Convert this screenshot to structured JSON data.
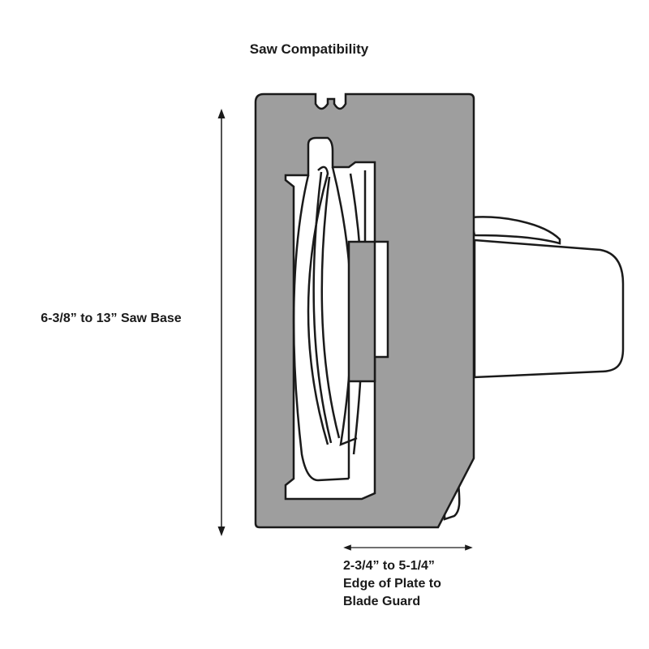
{
  "title": "Saw Compatibility",
  "height_label": "6-3/8” to 13” Saw Base",
  "width_label": {
    "lines": [
      "2-3/4” to 5-1/4”",
      "Edge of Plate to",
      "Blade Guard"
    ]
  },
  "colors": {
    "plate": "#9e9e9e",
    "outline": "#1a1a1a",
    "saw_fill": "#ffffff"
  }
}
